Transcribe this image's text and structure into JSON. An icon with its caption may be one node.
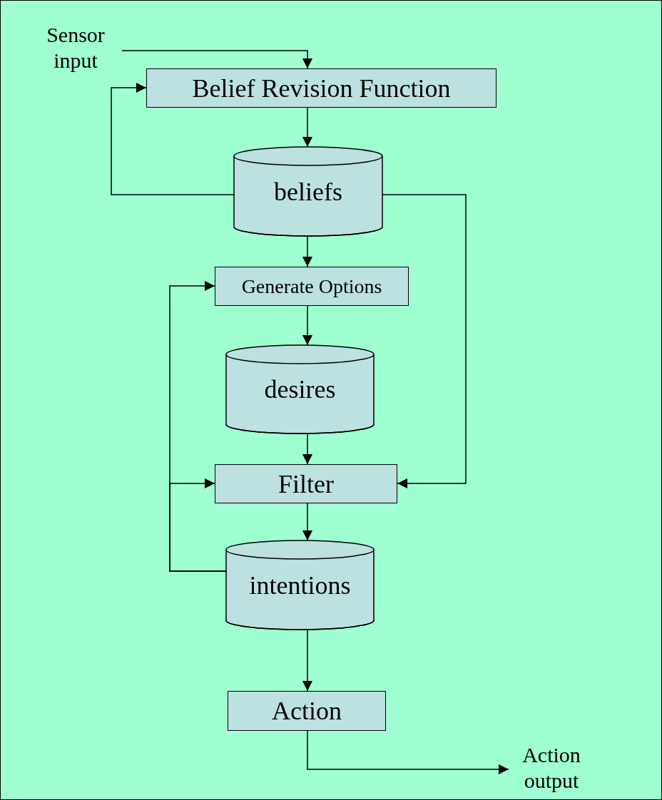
{
  "diagram": {
    "nodes": [
      {
        "text": [
          "Sensor input"
        ]
      },
      {
        "text": [
          "Belief  Revision Function"
        ]
      },
      {
        "text": [
          "beliefs"
        ]
      },
      {
        "text": [
          "Generate Options"
        ]
      },
      {
        "text": [
          "desires"
        ]
      },
      {
        "text": [
          "Filter"
        ]
      },
      {
        "text": [
          "intentions"
        ]
      },
      {
        "text": [
          "Action"
        ]
      },
      {
        "text": [
          "Action output"
        ]
      }
    ],
    "edges": [
      {
        "from": 0,
        "to": 1,
        "arrow": "to"
      },
      {
        "from": 1,
        "to": 2,
        "arrow": "to"
      },
      {
        "from": 2,
        "to": 1,
        "arrow": "to"
      },
      {
        "from": 2,
        "to": 3,
        "arrow": "to"
      },
      {
        "from": 3,
        "to": 4,
        "arrow": "to"
      },
      {
        "from": 4,
        "to": 5,
        "arrow": "to"
      },
      {
        "from": 2,
        "to": 5,
        "arrow": "to"
      },
      {
        "from": 5,
        "to": 6,
        "arrow": "to"
      },
      {
        "from": 6,
        "to": 3,
        "arrow": "to"
      },
      {
        "from": 6,
        "to": 5,
        "arrow": "to"
      },
      {
        "from": 6,
        "to": 7,
        "arrow": "to"
      },
      {
        "from": 7,
        "to": 8,
        "arrow": "to"
      }
    ]
  }
}
